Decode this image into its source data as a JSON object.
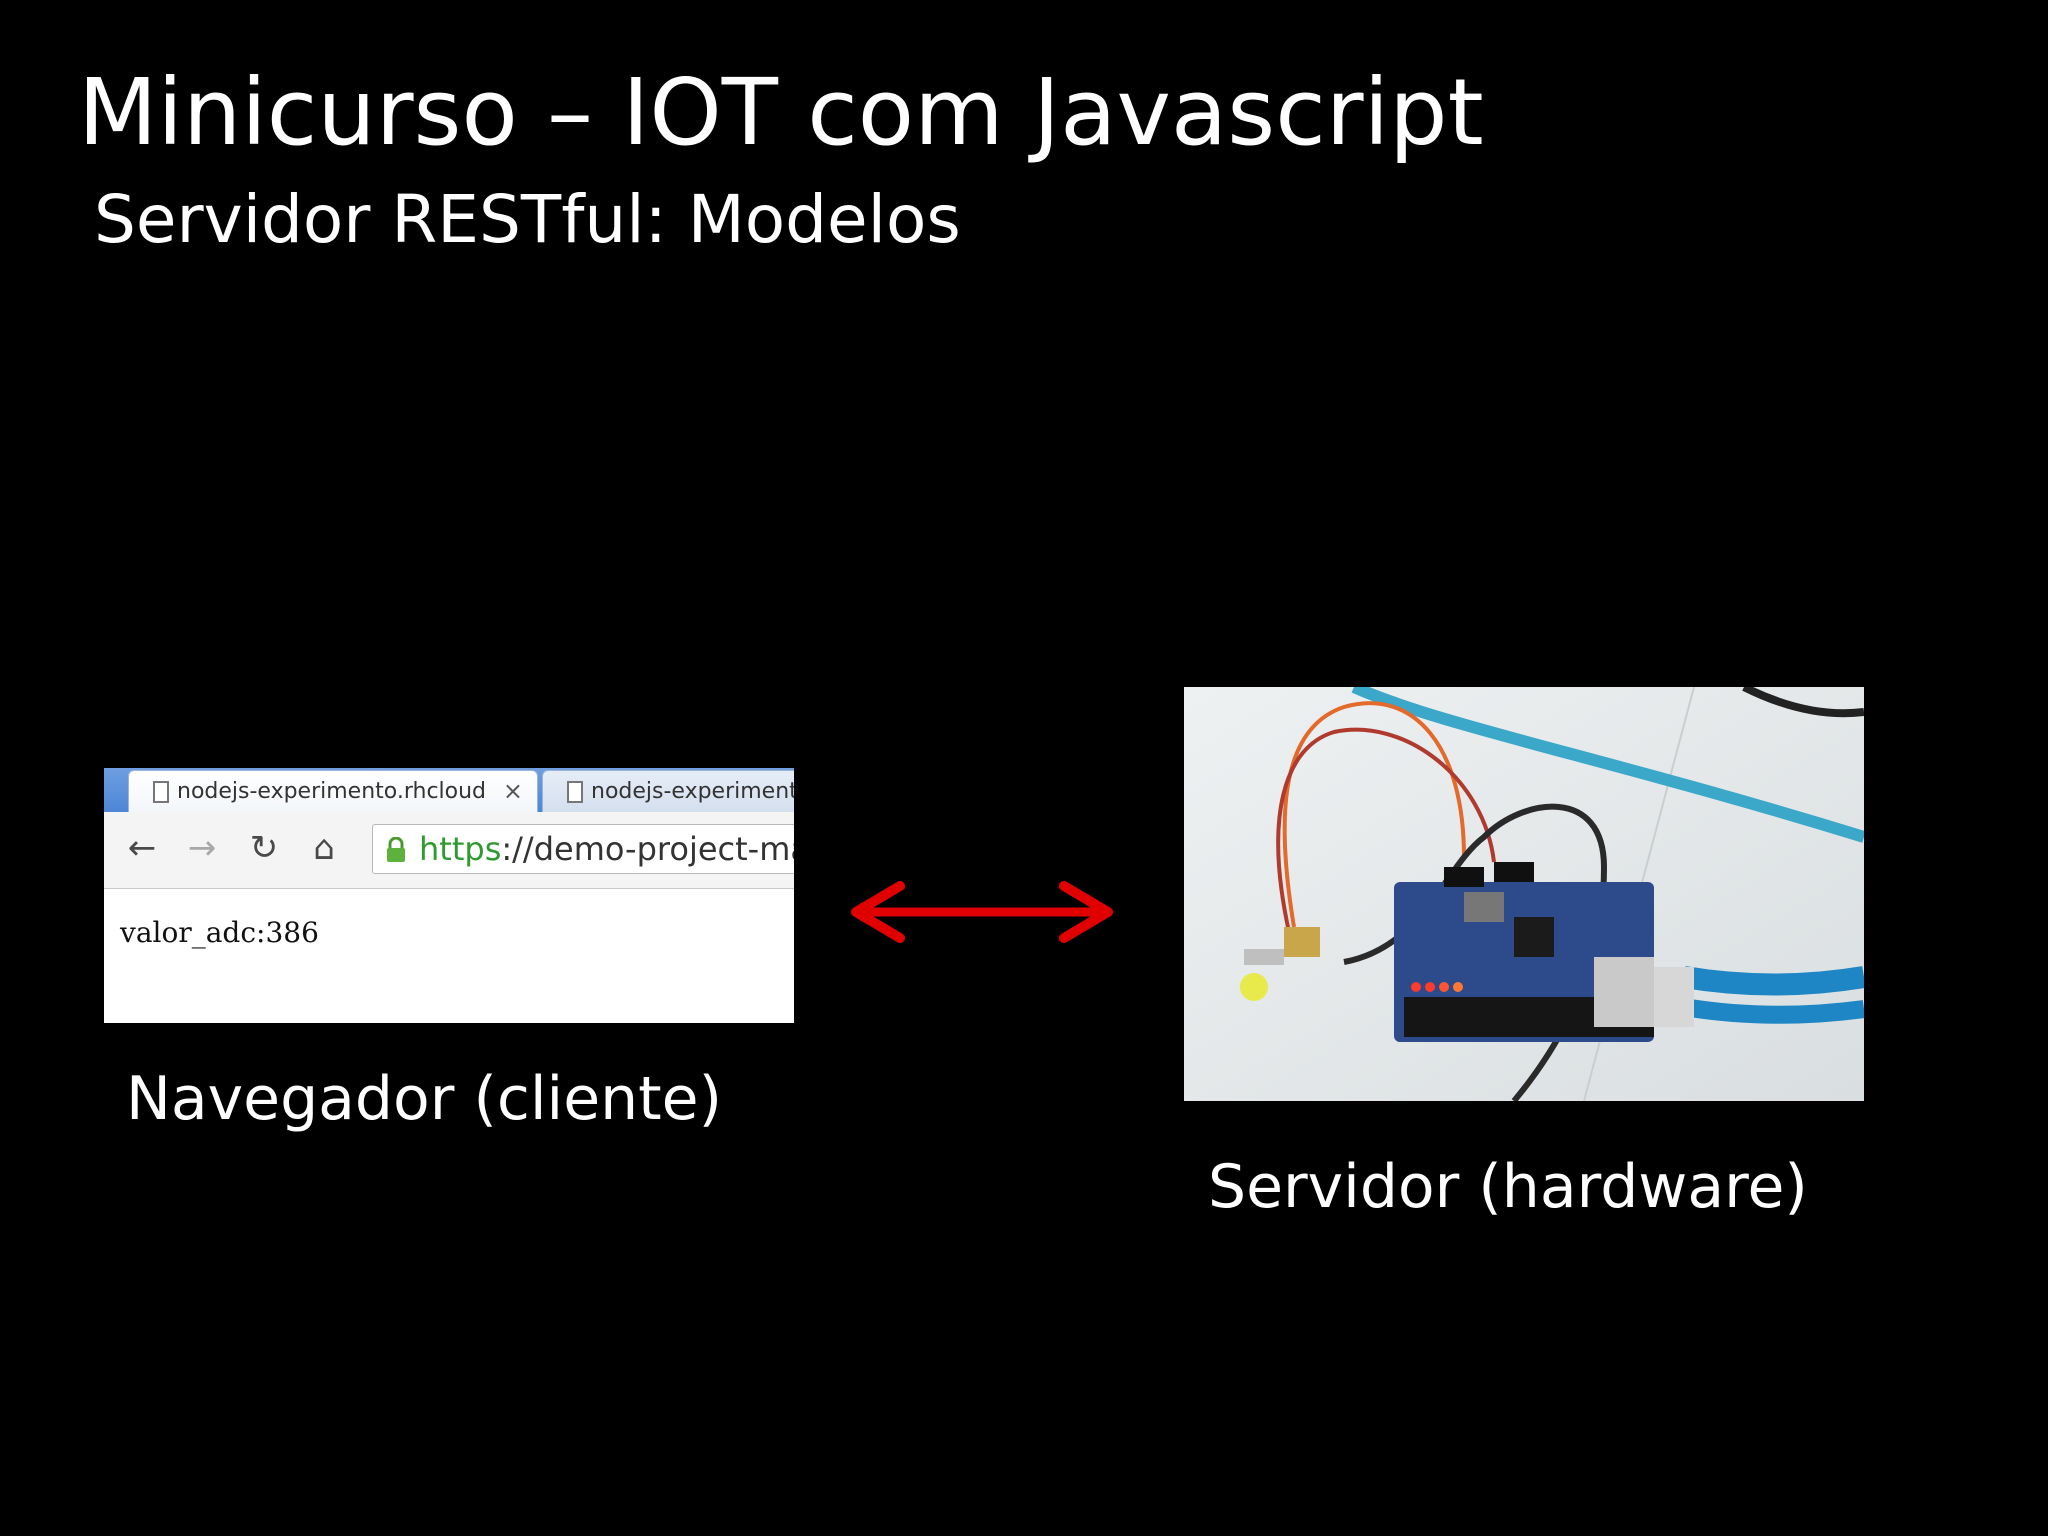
{
  "slide": {
    "title": "Minicurso – IOT com Javascript",
    "subtitle": "Servidor RESTful: Modelos"
  },
  "browser": {
    "tabs": [
      {
        "label": "nodejs-experimento.rhcloud",
        "active": true
      },
      {
        "label": "nodejs-experiment",
        "active": false
      }
    ],
    "url_scheme": "https",
    "url_rest": "://demo-project-ma",
    "page_text": "valor_adc:386",
    "icons": [
      "back-arrow-icon",
      "forward-arrow-icon",
      "reload-icon",
      "home-icon",
      "lock-icon"
    ]
  },
  "captions": {
    "client": "Navegador (cliente)",
    "server": "Servidor (hardware)"
  },
  "colors": {
    "background": "#000000",
    "text": "#ffffff",
    "arrow": "#e00000",
    "url_scheme": "#2e9b2e"
  }
}
